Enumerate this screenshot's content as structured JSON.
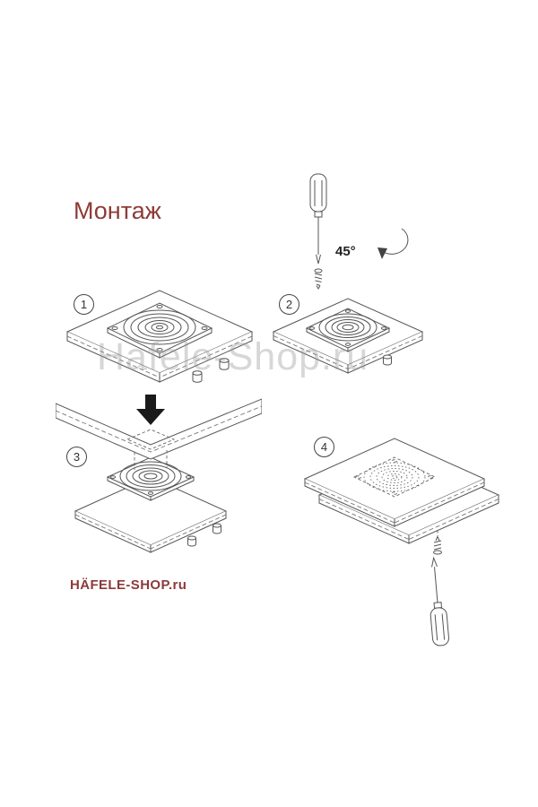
{
  "page": {
    "title": "Монтаж",
    "watermark": "Hafele-Shop.ru",
    "logo": "HÄFELE-SHOP.ru"
  },
  "steps": [
    {
      "number": "1"
    },
    {
      "number": "2",
      "angle": "45°"
    },
    {
      "number": "3"
    },
    {
      "number": "4"
    }
  ],
  "colors": {
    "accent": "#8e3b36",
    "logo": "#8c3a3a",
    "line_art": "#555555",
    "watermark": "#bdbdbd"
  }
}
